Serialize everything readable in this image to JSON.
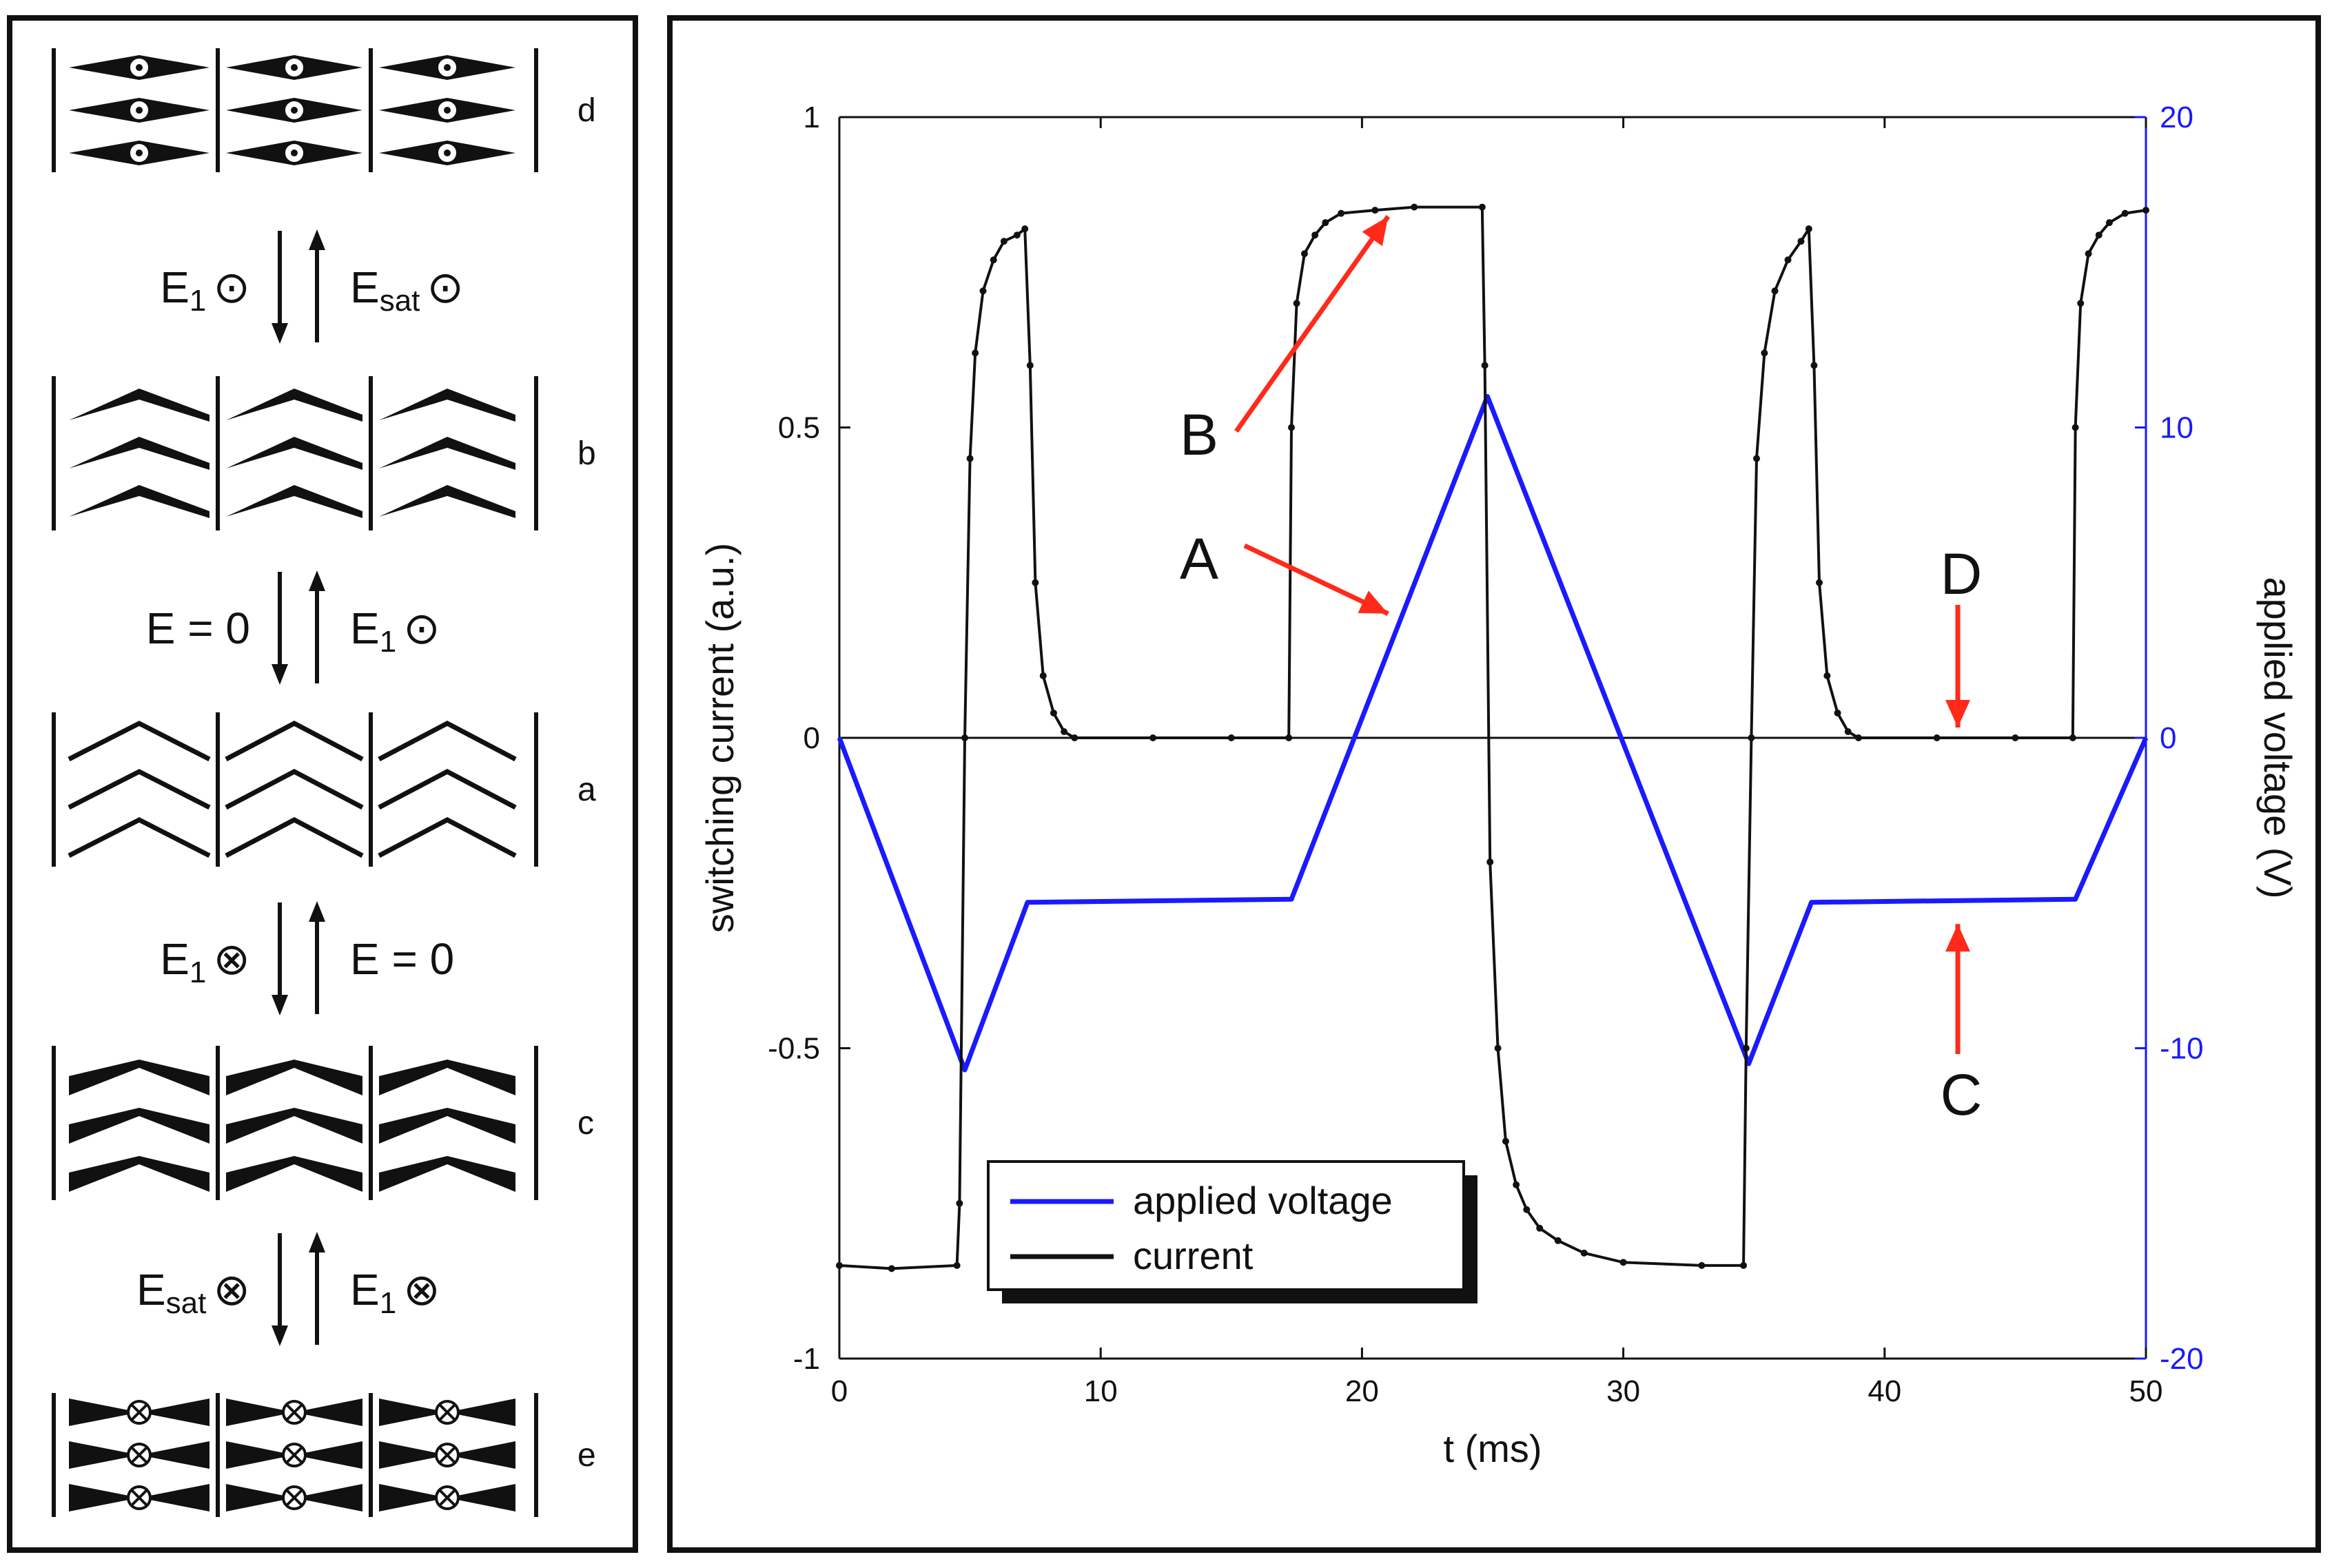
{
  "diagram": {
    "rows": [
      {
        "label": "d",
        "style": "dot-cones"
      },
      {
        "label": "b",
        "style": "wedge-chevrons"
      },
      {
        "label": "a",
        "style": "line-chevrons"
      },
      {
        "label": "c",
        "style": "wedge-chevrons-down"
      },
      {
        "label": "e",
        "style": "cross-cones"
      }
    ],
    "transitions": [
      {
        "left": {
          "main": "E",
          "sub": "1",
          "sym": "⊙"
        },
        "right": {
          "main": "E",
          "sub": "sat",
          "sym": "⊙"
        }
      },
      {
        "left": {
          "main": "E = 0",
          "sub": "",
          "sym": ""
        },
        "right": {
          "main": "E",
          "sub": "1",
          "sym": "⊙"
        }
      },
      {
        "left": {
          "main": "E",
          "sub": "1",
          "sym": "⊗"
        },
        "right": {
          "main": "E = 0",
          "sub": "",
          "sym": ""
        }
      },
      {
        "left": {
          "main": "E",
          "sub": "sat",
          "sym": "⊗"
        },
        "right": {
          "main": "E",
          "sub": "1",
          "sym": "⊗"
        }
      }
    ]
  },
  "chart_data": {
    "type": "line",
    "xlabel": "t (ms)",
    "ylabel": "switching current (a.u.)",
    "y2label": "applied voltage (V)",
    "xlim": [
      0,
      50
    ],
    "ylim": [
      -1,
      1
    ],
    "y2lim": [
      -20,
      20
    ],
    "xticks": [
      0,
      10,
      20,
      30,
      40,
      50
    ],
    "yticks": [
      1,
      0.5,
      0,
      -0.5,
      -1
    ],
    "yticklabels": [
      "1",
      "0.5",
      "0",
      "-0.5",
      "-1"
    ],
    "y2ticks": [
      20,
      10,
      0,
      -10,
      -20
    ],
    "y2ticklabels": [
      "20",
      "10",
      "0",
      "-10",
      "-20"
    ],
    "colors": {
      "voltage": "#1a1aff",
      "current": "#111111",
      "annotation": "#ff2a1a",
      "right_axis": "#1a1aff"
    },
    "legend": {
      "placement": "bottom-left",
      "entries": [
        "applied voltage",
        "current"
      ]
    },
    "series": [
      {
        "name": "applied voltage",
        "axis": "right",
        "x": [
          0,
          4.8,
          7.2,
          17.3,
          24.8,
          34.8,
          37.2,
          47.3,
          50
        ],
        "y": [
          0,
          -10.7,
          -5.3,
          -5.2,
          11,
          -10.5,
          -5.3,
          -5.2,
          0
        ]
      },
      {
        "name": "current",
        "axis": "left",
        "x": [
          0,
          2,
          4.5,
          4.6,
          4.8,
          5.0,
          5.2,
          5.5,
          5.9,
          6.3,
          6.8,
          7.1,
          7.3,
          7.5,
          7.8,
          8.2,
          8.6,
          9.0,
          12,
          15,
          17.2,
          17.3,
          17.5,
          17.8,
          18.2,
          18.6,
          19.2,
          20.5,
          22,
          24.6,
          24.7,
          24.9,
          25.2,
          25.5,
          25.9,
          26.3,
          26.8,
          27.5,
          28.5,
          30,
          33,
          34.6,
          34.7,
          34.9,
          35.1,
          35.4,
          35.8,
          36.3,
          36.8,
          37.1,
          37.3,
          37.5,
          37.8,
          38.2,
          38.6,
          39.0,
          42,
          45,
          47.2,
          47.3,
          47.5,
          47.8,
          48.2,
          48.6,
          49.2,
          50
        ],
        "y": [
          -0.85,
          -0.855,
          -0.85,
          -0.75,
          0.0,
          0.45,
          0.62,
          0.72,
          0.77,
          0.8,
          0.81,
          0.82,
          0.6,
          0.25,
          0.1,
          0.04,
          0.01,
          0.0,
          0.0,
          0.0,
          0.0,
          0.5,
          0.7,
          0.78,
          0.81,
          0.83,
          0.845,
          0.85,
          0.855,
          0.855,
          0.6,
          -0.2,
          -0.5,
          -0.65,
          -0.72,
          -0.76,
          -0.79,
          -0.81,
          -0.83,
          -0.845,
          -0.85,
          -0.85,
          -0.5,
          0.0,
          0.45,
          0.62,
          0.72,
          0.77,
          0.8,
          0.82,
          0.6,
          0.25,
          0.1,
          0.04,
          0.01,
          0.0,
          0.0,
          0.0,
          0.0,
          0.5,
          0.7,
          0.78,
          0.81,
          0.83,
          0.845,
          0.85
        ]
      }
    ],
    "annotations": [
      {
        "label": "A",
        "x": 21,
        "y2": 4
      },
      {
        "label": "B",
        "x": 21,
        "y": 0.84
      },
      {
        "label": "C",
        "x": 42.8,
        "y2": -6
      },
      {
        "label": "D",
        "x": 42.8,
        "y": 0.01
      }
    ]
  }
}
